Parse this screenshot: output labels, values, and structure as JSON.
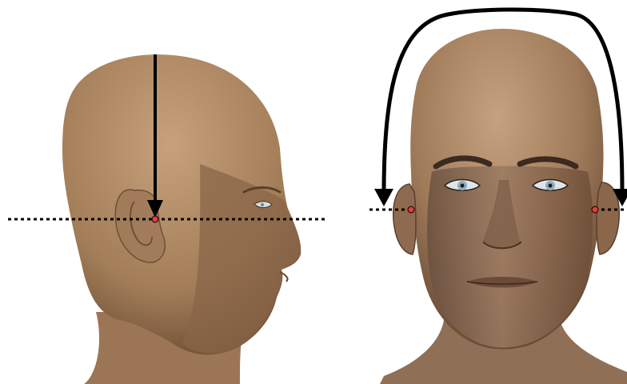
{
  "colors": {
    "background": "#ffffff",
    "skin_light": "#c9a27a",
    "skin_mid": "#a07a56",
    "skin_dark": "#5e4330",
    "marker_fill": "#e53b3b",
    "line": "#000000",
    "eye": "#9fb8c4"
  },
  "figures": [
    {
      "view": "side-profile",
      "marker_icon": "ear-point-marker",
      "guide": "dotted-horizontal-line",
      "arrow": "vertical-down-arrow"
    },
    {
      "view": "front",
      "marker_icon": "ear-point-marker",
      "guide": "dotted-horizontal-line",
      "arrow": "arc-over-head-arrow"
    }
  ]
}
